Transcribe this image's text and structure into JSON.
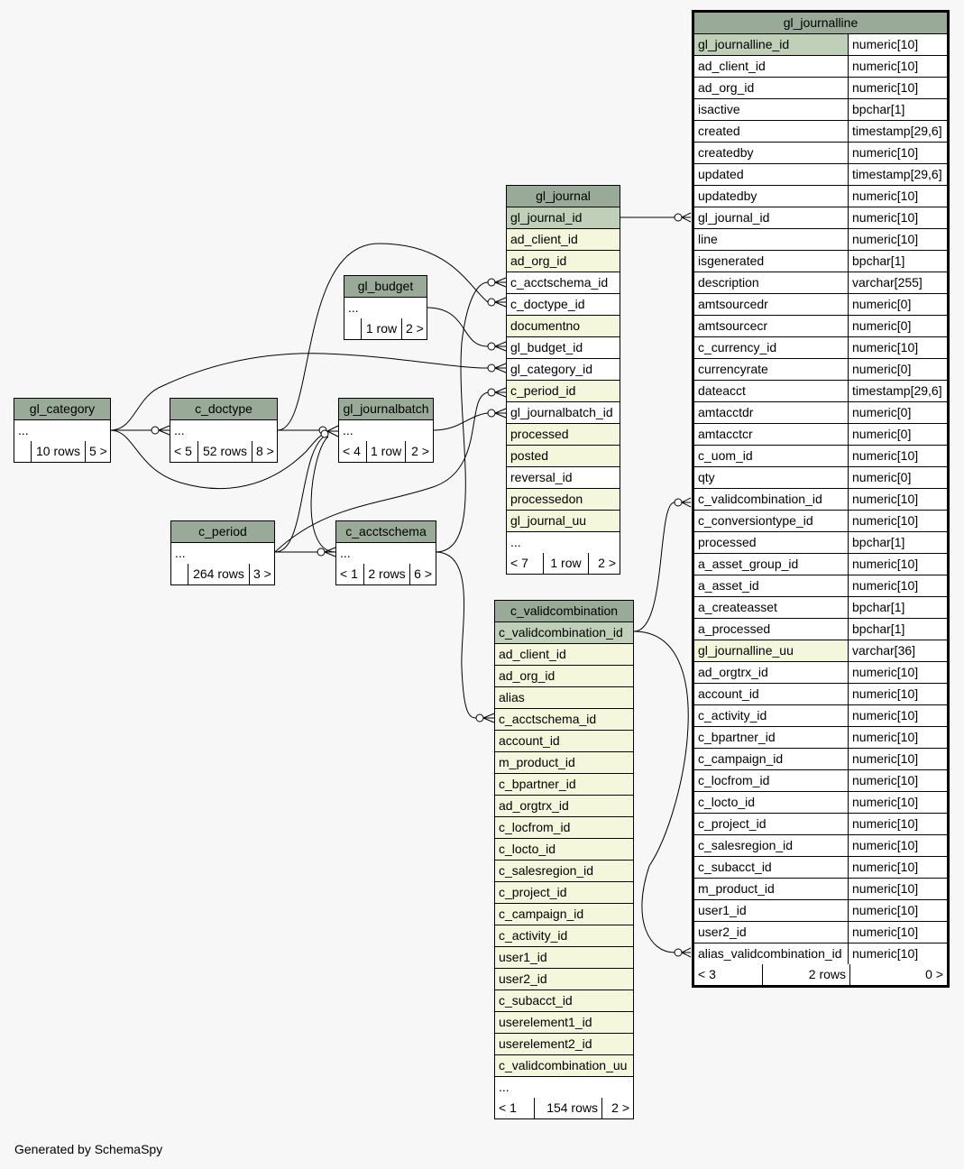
{
  "footer_text": "Generated by SchemaSpy",
  "tables": {
    "gl_journalline": {
      "name": "gl_journalline",
      "columns": [
        {
          "name": "gl_journalline_id",
          "type": "numeric[10]",
          "style": "pk"
        },
        {
          "name": "ad_client_id",
          "type": "numeric[10]",
          "style": "plain"
        },
        {
          "name": "ad_org_id",
          "type": "numeric[10]",
          "style": "plain"
        },
        {
          "name": "isactive",
          "type": "bpchar[1]",
          "style": "plain"
        },
        {
          "name": "created",
          "type": "timestamp[29,6]",
          "style": "plain"
        },
        {
          "name": "createdby",
          "type": "numeric[10]",
          "style": "plain"
        },
        {
          "name": "updated",
          "type": "timestamp[29,6]",
          "style": "plain"
        },
        {
          "name": "updatedby",
          "type": "numeric[10]",
          "style": "plain"
        },
        {
          "name": "gl_journal_id",
          "type": "numeric[10]",
          "style": "plain"
        },
        {
          "name": "line",
          "type": "numeric[10]",
          "style": "plain"
        },
        {
          "name": "isgenerated",
          "type": "bpchar[1]",
          "style": "plain"
        },
        {
          "name": "description",
          "type": "varchar[255]",
          "style": "plain"
        },
        {
          "name": "amtsourcedr",
          "type": "numeric[0]",
          "style": "plain"
        },
        {
          "name": "amtsourcecr",
          "type": "numeric[0]",
          "style": "plain"
        },
        {
          "name": "c_currency_id",
          "type": "numeric[10]",
          "style": "plain"
        },
        {
          "name": "currencyrate",
          "type": "numeric[0]",
          "style": "plain"
        },
        {
          "name": "dateacct",
          "type": "timestamp[29,6]",
          "style": "plain"
        },
        {
          "name": "amtacctdr",
          "type": "numeric[0]",
          "style": "plain"
        },
        {
          "name": "amtacctcr",
          "type": "numeric[0]",
          "style": "plain"
        },
        {
          "name": "c_uom_id",
          "type": "numeric[10]",
          "style": "plain"
        },
        {
          "name": "qty",
          "type": "numeric[0]",
          "style": "plain"
        },
        {
          "name": "c_validcombination_id",
          "type": "numeric[10]",
          "style": "plain"
        },
        {
          "name": "c_conversiontype_id",
          "type": "numeric[10]",
          "style": "plain"
        },
        {
          "name": "processed",
          "type": "bpchar[1]",
          "style": "plain"
        },
        {
          "name": "a_asset_group_id",
          "type": "numeric[10]",
          "style": "plain"
        },
        {
          "name": "a_asset_id",
          "type": "numeric[10]",
          "style": "plain"
        },
        {
          "name": "a_createasset",
          "type": "bpchar[1]",
          "style": "plain"
        },
        {
          "name": "a_processed",
          "type": "bpchar[1]",
          "style": "plain"
        },
        {
          "name": "gl_journalline_uu",
          "type": "varchar[36]",
          "style": "idx"
        },
        {
          "name": "ad_orgtrx_id",
          "type": "numeric[10]",
          "style": "plain"
        },
        {
          "name": "account_id",
          "type": "numeric[10]",
          "style": "plain"
        },
        {
          "name": "c_activity_id",
          "type": "numeric[10]",
          "style": "plain"
        },
        {
          "name": "c_bpartner_id",
          "type": "numeric[10]",
          "style": "plain"
        },
        {
          "name": "c_campaign_id",
          "type": "numeric[10]",
          "style": "plain"
        },
        {
          "name": "c_locfrom_id",
          "type": "numeric[10]",
          "style": "plain"
        },
        {
          "name": "c_locto_id",
          "type": "numeric[10]",
          "style": "plain"
        },
        {
          "name": "c_project_id",
          "type": "numeric[10]",
          "style": "plain"
        },
        {
          "name": "c_salesregion_id",
          "type": "numeric[10]",
          "style": "plain"
        },
        {
          "name": "c_subacct_id",
          "type": "numeric[10]",
          "style": "plain"
        },
        {
          "name": "m_product_id",
          "type": "numeric[10]",
          "style": "plain"
        },
        {
          "name": "user1_id",
          "type": "numeric[10]",
          "style": "plain"
        },
        {
          "name": "user2_id",
          "type": "numeric[10]",
          "style": "plain"
        },
        {
          "name": "alias_validcombination_id",
          "type": "numeric[10]",
          "style": "plain"
        }
      ],
      "footer": [
        "< 3",
        "2 rows",
        "0 >"
      ]
    },
    "gl_journal": {
      "name": "gl_journal",
      "columns": [
        {
          "name": "gl_journal_id",
          "style": "pk"
        },
        {
          "name": "ad_client_id",
          "style": "idx"
        },
        {
          "name": "ad_org_id",
          "style": "idx"
        },
        {
          "name": "c_acctschema_id",
          "style": "plain"
        },
        {
          "name": "c_doctype_id",
          "style": "plain"
        },
        {
          "name": "documentno",
          "style": "idx"
        },
        {
          "name": "gl_budget_id",
          "style": "plain"
        },
        {
          "name": "gl_category_id",
          "style": "plain"
        },
        {
          "name": "c_period_id",
          "style": "idx"
        },
        {
          "name": "gl_journalbatch_id",
          "style": "plain"
        },
        {
          "name": "processed",
          "style": "idx"
        },
        {
          "name": "posted",
          "style": "idx"
        },
        {
          "name": "reversal_id",
          "style": "plain"
        },
        {
          "name": "processedon",
          "style": "idx"
        },
        {
          "name": "gl_journal_uu",
          "style": "idx"
        },
        {
          "name": "...",
          "style": "plain"
        }
      ],
      "footer": [
        "< 7",
        "1 row",
        "2 >"
      ]
    },
    "c_validcombination": {
      "name": "c_validcombination",
      "columns": [
        {
          "name": "c_validcombination_id",
          "style": "pk"
        },
        {
          "name": "ad_client_id",
          "style": "idx"
        },
        {
          "name": "ad_org_id",
          "style": "idx"
        },
        {
          "name": "alias",
          "style": "idx"
        },
        {
          "name": "c_acctschema_id",
          "style": "idx"
        },
        {
          "name": "account_id",
          "style": "idx"
        },
        {
          "name": "m_product_id",
          "style": "idx"
        },
        {
          "name": "c_bpartner_id",
          "style": "idx"
        },
        {
          "name": "ad_orgtrx_id",
          "style": "idx"
        },
        {
          "name": "c_locfrom_id",
          "style": "idx"
        },
        {
          "name": "c_locto_id",
          "style": "idx"
        },
        {
          "name": "c_salesregion_id",
          "style": "idx"
        },
        {
          "name": "c_project_id",
          "style": "idx"
        },
        {
          "name": "c_campaign_id",
          "style": "idx"
        },
        {
          "name": "c_activity_id",
          "style": "idx"
        },
        {
          "name": "user1_id",
          "style": "idx"
        },
        {
          "name": "user2_id",
          "style": "idx"
        },
        {
          "name": "c_subacct_id",
          "style": "idx"
        },
        {
          "name": "userelement1_id",
          "style": "idx"
        },
        {
          "name": "userelement2_id",
          "style": "idx"
        },
        {
          "name": "c_validcombination_uu",
          "style": "idx"
        },
        {
          "name": "...",
          "style": "plain"
        }
      ],
      "footer": [
        "< 1",
        "154 rows",
        "2 >"
      ]
    },
    "gl_budget": {
      "name": "gl_budget",
      "columns": [
        {
          "name": "...",
          "style": "plain"
        }
      ],
      "footer": [
        "",
        "1 row",
        "2 >"
      ]
    },
    "gl_category": {
      "name": "gl_category",
      "columns": [
        {
          "name": "...",
          "style": "plain"
        }
      ],
      "footer": [
        "",
        "10 rows",
        "5 >"
      ]
    },
    "c_doctype": {
      "name": "c_doctype",
      "columns": [
        {
          "name": "...",
          "style": "plain"
        }
      ],
      "footer": [
        "< 5",
        "52 rows",
        "8 >"
      ]
    },
    "gl_journalbatch": {
      "name": "gl_journalbatch",
      "columns": [
        {
          "name": "...",
          "style": "plain"
        }
      ],
      "footer": [
        "< 4",
        "1 row",
        "2 >"
      ]
    },
    "c_period": {
      "name": "c_period",
      "columns": [
        {
          "name": "...",
          "style": "plain"
        }
      ],
      "footer": [
        "",
        "264 rows",
        "3 >"
      ]
    },
    "c_acctschema": {
      "name": "c_acctschema",
      "columns": [
        {
          "name": "...",
          "style": "plain"
        }
      ],
      "footer": [
        "< 1",
        "2 rows",
        "6 >"
      ]
    }
  }
}
